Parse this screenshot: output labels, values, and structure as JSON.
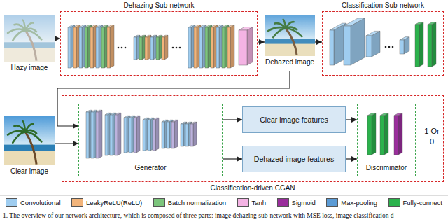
{
  "diagram": {
    "caption": "1. The overview of our network architecture, which is composed of three parts: image dehazing sub-network with MSE loss, image classification d",
    "nodes": [
      {
        "text": [
          "Hazy image"
        ]
      },
      {
        "text": [
          "Dehazing Sub-network"
        ]
      },
      {
        "text": [
          "Dehazed image"
        ]
      },
      {
        "text": [
          "Classification Sub-network"
        ]
      },
      {
        "text": [
          "Clear image"
        ]
      },
      {
        "text": [
          "Classification-driven CGAN"
        ]
      },
      {
        "text": [
          "Generator"
        ],
        "in": 5
      },
      {
        "text": [
          "Clear image features"
        ],
        "in": 5
      },
      {
        "text": [
          "Dehazed image features"
        ],
        "in": 5
      },
      {
        "text": [
          "Discriminator"
        ],
        "in": 5
      }
    ],
    "edges": [
      {
        "from": 0,
        "to": 1,
        "arrow": "to"
      },
      {
        "from": 1,
        "to": 2,
        "arrow": "to"
      },
      {
        "from": 2,
        "to": 3,
        "arrow": "to"
      },
      {
        "from": 2,
        "to": 6,
        "arrow": "to"
      },
      {
        "from": 4,
        "to": 6,
        "arrow": "to"
      },
      {
        "from": 6,
        "to": 7,
        "arrow": "to"
      },
      {
        "from": 6,
        "to": 8,
        "arrow": "to"
      },
      {
        "from": 7,
        "to": 9,
        "arrow": "to"
      },
      {
        "from": 8,
        "to": 9,
        "arrow": "to"
      }
    ],
    "labels": [
      "1 Or 0"
    ],
    "legend": [
      {
        "text": "Convolutional",
        "color": "#9fcdf0"
      },
      {
        "text": "LeakyReLU(ReLU)",
        "color": "#f2b47a"
      },
      {
        "text": "Batch normalization",
        "color": "#7cc57c"
      },
      {
        "text": "Tanh",
        "color": "#f4b3e4"
      },
      {
        "text": "Sigmoid",
        "color": "#9a2e9c"
      },
      {
        "text": "Max-pooling",
        "color": "#5b9bd5"
      },
      {
        "text": "Fully-connect",
        "color": "#2bb24c"
      }
    ]
  }
}
